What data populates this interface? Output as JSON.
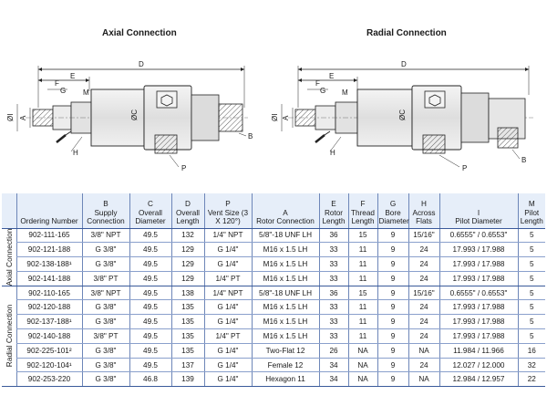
{
  "diagrams": {
    "axial_title": "Axial Connection",
    "radial_title": "Radial Connection",
    "axial_labels": [
      "D",
      "E",
      "F",
      "G",
      "M",
      "ØI",
      "A",
      "ØC",
      "B",
      "H",
      "P"
    ],
    "radial_labels": [
      "D",
      "E",
      "F",
      "G",
      "M",
      "ØI",
      "A",
      "ØC",
      "B",
      "H",
      "P"
    ],
    "colors": {
      "body": "#e8e8e8",
      "outline": "#222222",
      "header_bg": "#e6eef9",
      "grid": "#6d86b8"
    }
  },
  "table": {
    "columns": [
      {
        "letter": "",
        "name": "Ordering Number"
      },
      {
        "letter": "B",
        "name": "Supply Connection"
      },
      {
        "letter": "C",
        "name": "Overall Diameter"
      },
      {
        "letter": "D",
        "name": "Overall Length"
      },
      {
        "letter": "P",
        "name": "Vent Size (3 X 120°)"
      },
      {
        "letter": "A",
        "name": "Rotor Connection"
      },
      {
        "letter": "E",
        "name": "Rotor Length"
      },
      {
        "letter": "F",
        "name": "Thread Length"
      },
      {
        "letter": "G",
        "name": "Bore Diameter"
      },
      {
        "letter": "H",
        "name": "Across Flats"
      },
      {
        "letter": "I",
        "name": "Pilot Diameter"
      },
      {
        "letter": "M",
        "name": "Pilot Length"
      }
    ],
    "groups": [
      {
        "label": "Axial Connection",
        "rows": [
          [
            "902-111-165",
            "3/8\" NPT",
            "49.5",
            "132",
            "1/4\" NPT",
            "5/8\"-18 UNF LH",
            "36",
            "15",
            "9",
            "15/16\"",
            "0.6555\" / 0.6553\"",
            "5"
          ],
          [
            "902-121-188",
            "G 3/8\"",
            "49.5",
            "129",
            "G 1/4\"",
            "M16 x 1.5 LH",
            "33",
            "11",
            "9",
            "24",
            "17.993 / 17.988",
            "5"
          ],
          [
            "902-138-188¹",
            "G 3/8\"",
            "49.5",
            "129",
            "G 1/4\"",
            "M16 x 1.5 LH",
            "33",
            "11",
            "9",
            "24",
            "17.993 / 17.988",
            "5"
          ],
          [
            "902-141-188",
            "3/8\" PT",
            "49.5",
            "129",
            "1/4\" PT",
            "M16 x 1.5 LH",
            "33",
            "11",
            "9",
            "24",
            "17.993 / 17.988",
            "5"
          ]
        ]
      },
      {
        "label": "Radial Connection",
        "rows": [
          [
            "902-110-165",
            "3/8\" NPT",
            "49.5",
            "138",
            "1/4\" NPT",
            "5/8\"-18 UNF LH",
            "36",
            "15",
            "9",
            "15/16\"",
            "0.6555\" / 0.6553\"",
            "5"
          ],
          [
            "902-120-188",
            "G 3/8\"",
            "49.5",
            "135",
            "G 1/4\"",
            "M16 x 1.5 LH",
            "33",
            "11",
            "9",
            "24",
            "17.993 / 17.988",
            "5"
          ],
          [
            "902-137-188¹",
            "G 3/8\"",
            "49.5",
            "135",
            "G 1/4\"",
            "M16 x 1.5 LH",
            "33",
            "11",
            "9",
            "24",
            "17.993 / 17.988",
            "5"
          ],
          [
            "902-140-188",
            "3/8\" PT",
            "49.5",
            "135",
            "1/4\" PT",
            "M16 x 1.5 LH",
            "33",
            "11",
            "9",
            "24",
            "17.993 / 17.988",
            "5"
          ],
          [
            "902-225-101²",
            "G 3/8\"",
            "49.5",
            "135",
            "G 1/4\"",
            "Two-Flat 12",
            "26",
            "NA",
            "9",
            "NA",
            "11.984 / 11.966",
            "16"
          ],
          [
            "902-120-104¹",
            "G 3/8\"",
            "49.5",
            "137",
            "G 1/4\"",
            "Female 12",
            "34",
            "NA",
            "9",
            "24",
            "12.027 / 12.000",
            "32"
          ],
          [
            "902-253-220",
            "G 3/8\"",
            "46.8",
            "139",
            "G 1/4\"",
            "Hexagon 11",
            "34",
            "NA",
            "9",
            "NA",
            "12.984 / 12.957",
            "22"
          ]
        ]
      }
    ]
  }
}
